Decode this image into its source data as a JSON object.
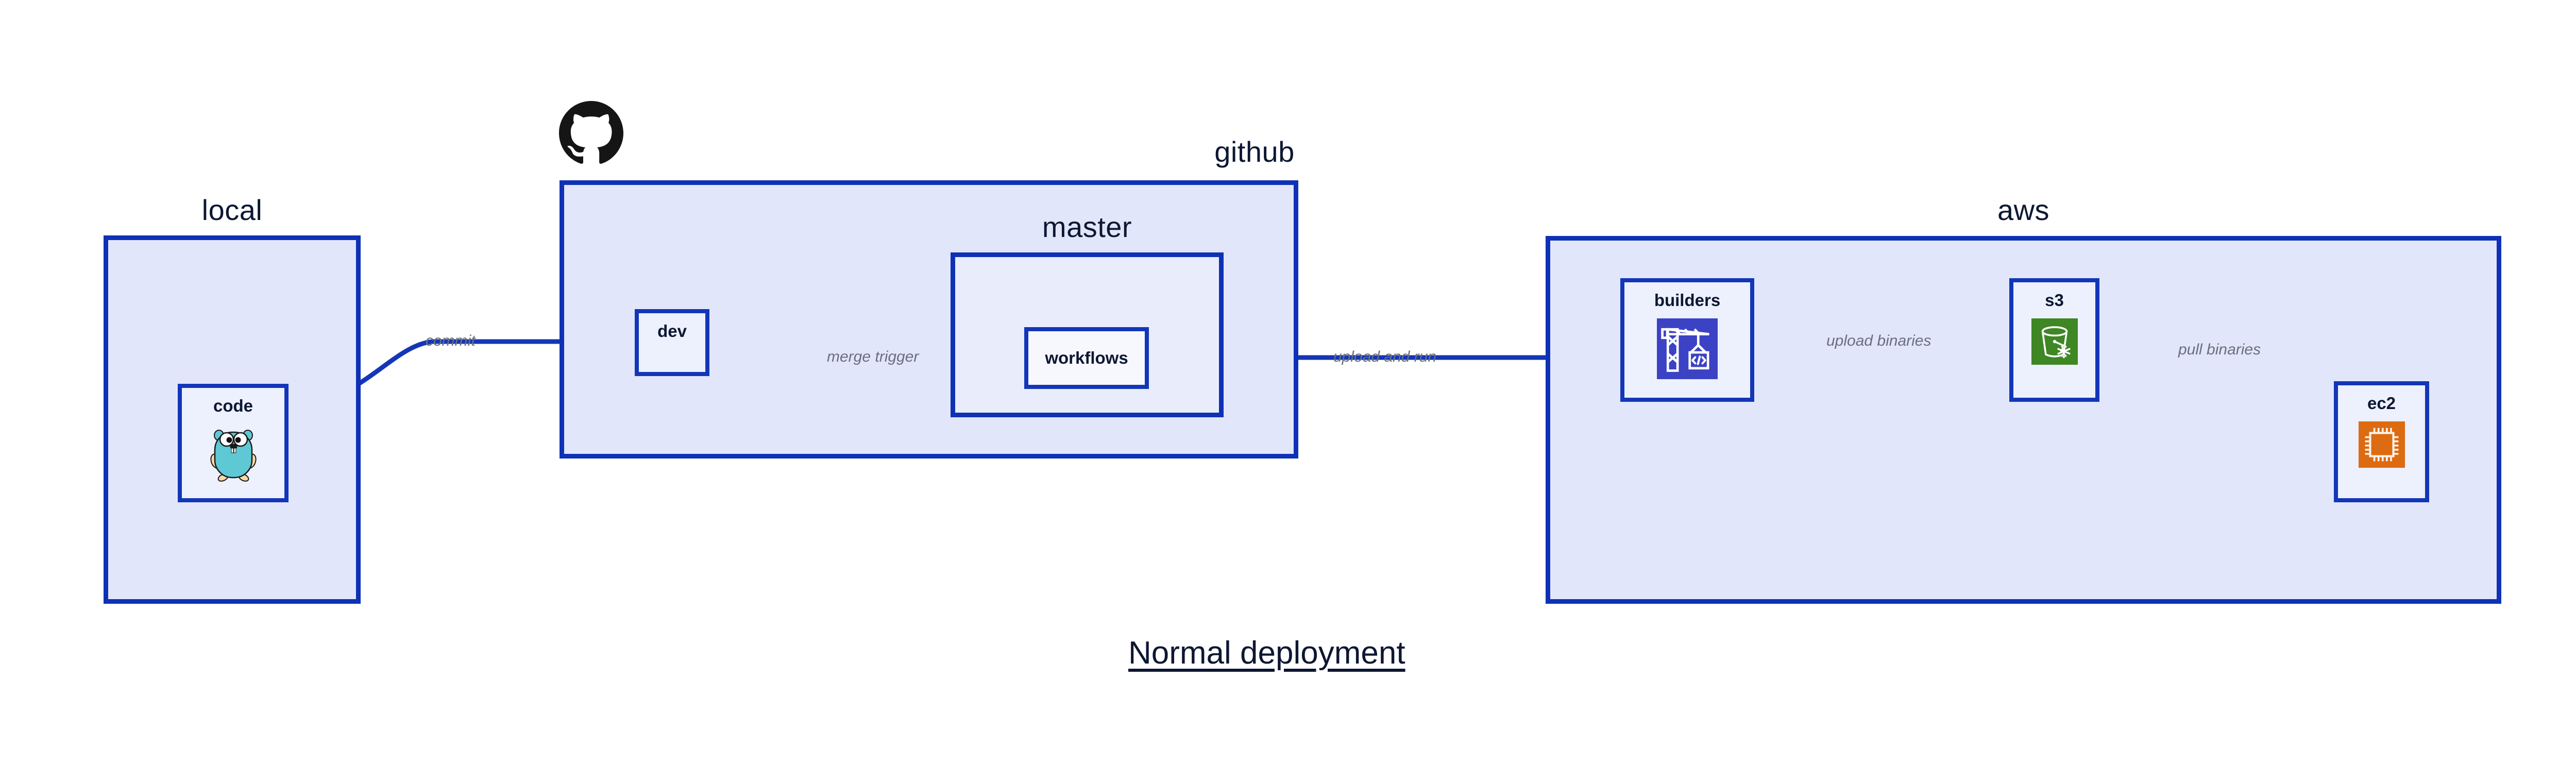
{
  "diagram": {
    "title": "Normal deployment",
    "colors": {
      "group_fill": "#e2e6fa",
      "group_nested_fill": "#e9edfb",
      "group_border": "#0e31b5",
      "node_fill": "#edf1fd",
      "node_border": "#1336b8",
      "edge_line": "#1336b8",
      "edge_label_text": "#6a6f7e",
      "label_text": "#0d1733",
      "builders_icon_bg": "#3c42c4",
      "s3_icon_bg": "#3f8624",
      "ec2_icon_bg": "#dd6b11",
      "gopher_body": "#5ec9d4",
      "octocat": "#151515"
    },
    "groups": [
      {
        "id": "local",
        "label": "local"
      },
      {
        "id": "github",
        "label": "github"
      },
      {
        "id": "master",
        "label": "master"
      },
      {
        "id": "aws",
        "label": "aws"
      }
    ],
    "nodes": [
      {
        "id": "code",
        "label": "code",
        "icon": "go-gopher-icon"
      },
      {
        "id": "dev",
        "label": "dev",
        "icon": "none"
      },
      {
        "id": "workflows",
        "label": "workflows",
        "icon": "none"
      },
      {
        "id": "builders",
        "label": "builders",
        "icon": "aws-codebuild-crane-icon"
      },
      {
        "id": "s3",
        "label": "s3",
        "icon": "aws-s3-glacier-bucket-icon"
      },
      {
        "id": "ec2",
        "label": "ec2",
        "icon": "aws-ec2-chip-icon"
      }
    ],
    "edges": [
      {
        "id": "code-to-dev",
        "from": "code",
        "to": "dev",
        "label": "commit"
      },
      {
        "id": "dev-to-workflows",
        "from": "dev",
        "to": "workflows",
        "label": "merge trigger"
      },
      {
        "id": "workflows-to-builders",
        "from": "workflows",
        "to": "builders",
        "label": "upload and run"
      },
      {
        "id": "builders-to-s3",
        "from": "builders",
        "to": "s3",
        "label": "upload binaries"
      },
      {
        "id": "s3-to-ec2",
        "from": "s3",
        "to": "ec2",
        "label": "pull binaries"
      }
    ],
    "logos": [
      {
        "id": "github-octocat",
        "name": "github-octocat-logo"
      }
    ]
  }
}
